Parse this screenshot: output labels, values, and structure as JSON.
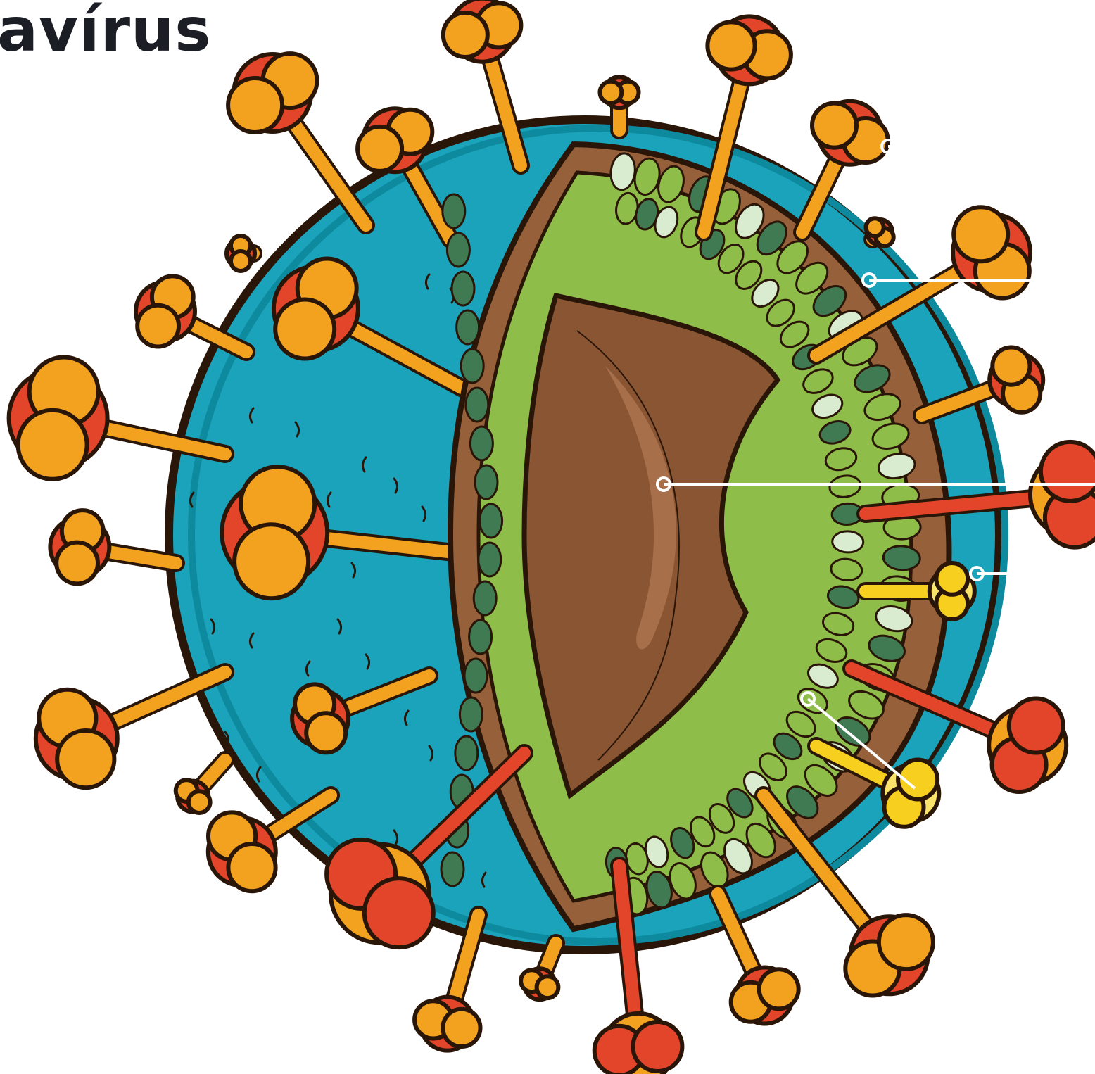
{
  "header": {
    "title": "avírus"
  },
  "colors": {
    "envelope": "#1aa3bb",
    "envelope_dark": "#0e8a9e",
    "outline": "#2a1608",
    "spike_orange": "#f2a21e",
    "spike_red": "#e2452a",
    "spike_yellow": "#f6cf1f",
    "membrane_brown": "#96603a",
    "core_brown": "#8a5533",
    "protein_green": "#8fbd4a",
    "protein_dark_green": "#3f7a52",
    "label_line": "#ffffff"
  },
  "illustration": {
    "icon": "coronavirus-cross-section-icon",
    "spike_count": 35,
    "label_pointer_count": 6
  }
}
